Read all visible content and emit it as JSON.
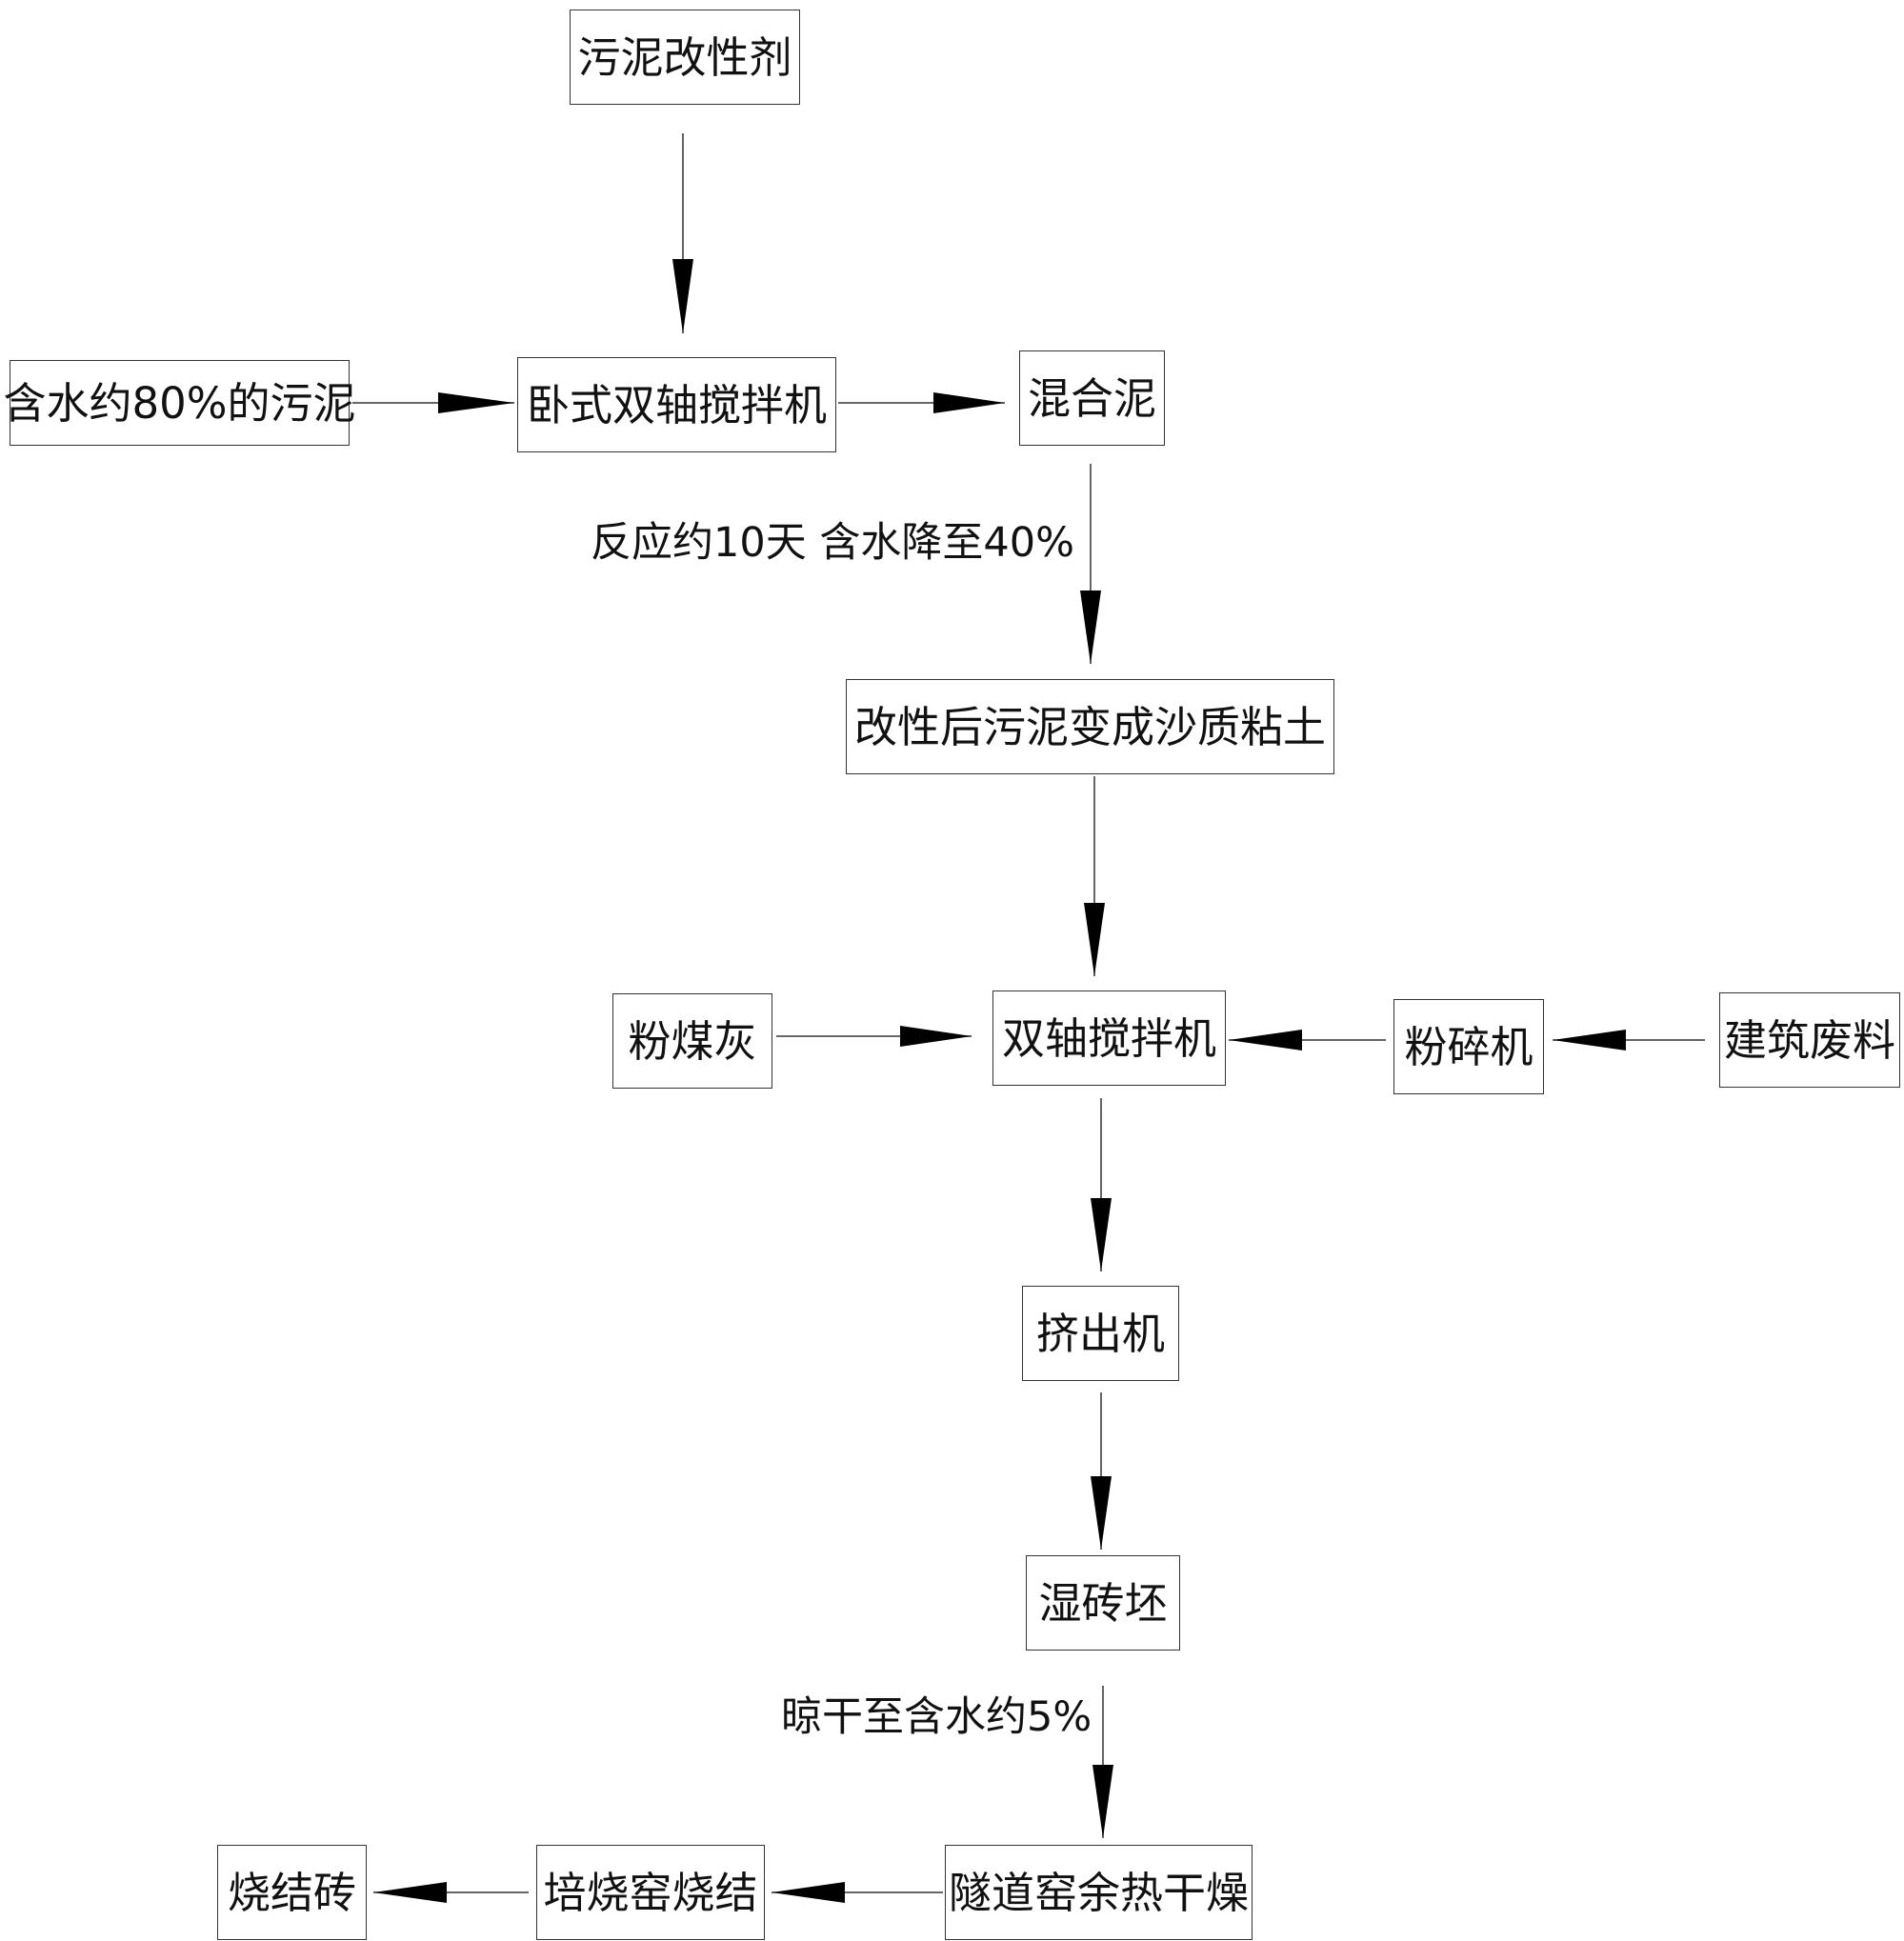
{
  "nodes": {
    "sludge_modifier": "污泥改性剂",
    "wet_sludge": "含水约80%的污泥",
    "horizontal_mixer": "卧式双轴搅拌机",
    "mixed_mud": "混合泥",
    "modified_clay": "改性后污泥变成沙质粘土",
    "fly_ash": "粉煤灰",
    "twin_shaft_mixer": "双轴搅拌机",
    "crusher": "粉碎机",
    "construction_waste": "建筑废料",
    "extruder": "挤出机",
    "wet_brick": "湿砖坯",
    "tunnel_dryer": "隧道窑余热干燥",
    "kiln_firing": "培烧窑烧结",
    "sintered_brick": "烧结砖"
  },
  "edge_labels": {
    "reaction": "反应约10天  含水降至40%",
    "air_dry": "晾干至含水约5%"
  }
}
